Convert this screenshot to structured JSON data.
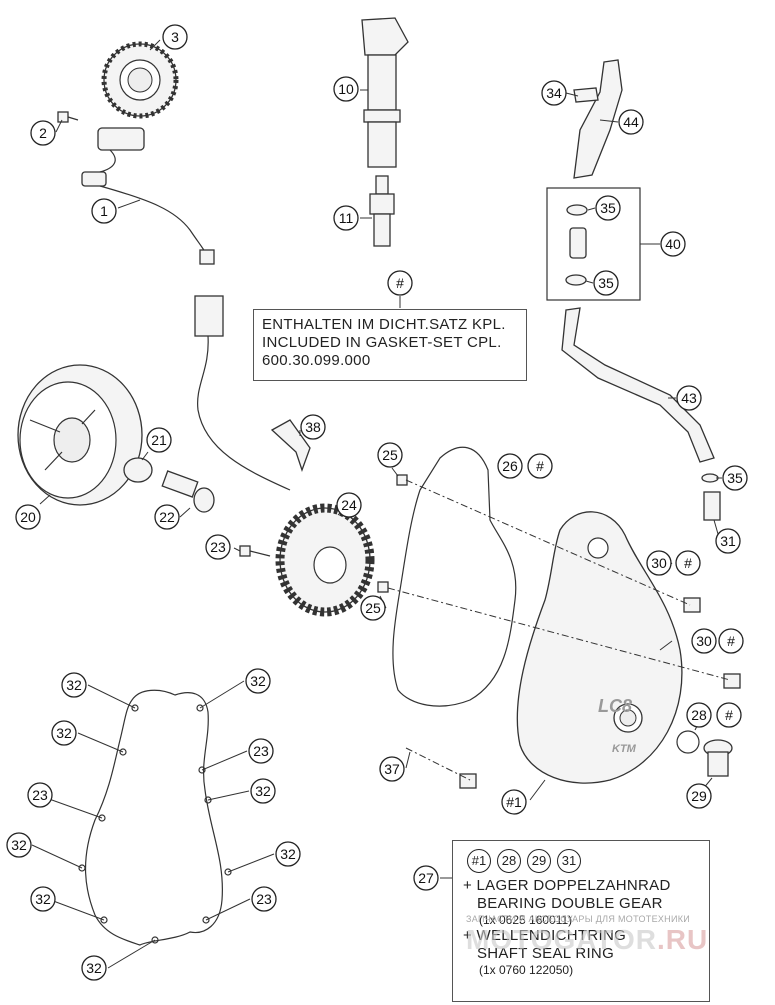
{
  "callouts": [
    {
      "label": "1"
    },
    {
      "label": "2"
    },
    {
      "label": "3"
    },
    {
      "label": "10"
    },
    {
      "label": "11"
    },
    {
      "label": "34"
    },
    {
      "label": "44"
    },
    {
      "label": "35"
    },
    {
      "label": "40"
    },
    {
      "label": "35"
    },
    {
      "label": "#"
    },
    {
      "label": "43"
    },
    {
      "label": "21"
    },
    {
      "label": "20"
    },
    {
      "label": "22"
    },
    {
      "label": "38"
    },
    {
      "label": "25"
    },
    {
      "label": "26"
    },
    {
      "label": "#"
    },
    {
      "label": "24"
    },
    {
      "label": "35"
    },
    {
      "label": "31"
    },
    {
      "label": "23"
    },
    {
      "label": "30"
    },
    {
      "label": "#"
    },
    {
      "label": "25"
    },
    {
      "label": "30"
    },
    {
      "label": "#"
    },
    {
      "label": "28"
    },
    {
      "label": "#"
    },
    {
      "label": "37"
    },
    {
      "label": "29"
    },
    {
      "label": "#1"
    },
    {
      "label": "32"
    },
    {
      "label": "32"
    },
    {
      "label": "32"
    },
    {
      "label": "23"
    },
    {
      "label": "23"
    },
    {
      "label": "32"
    },
    {
      "label": "32"
    },
    {
      "label": "32"
    },
    {
      "label": "32"
    },
    {
      "label": "23"
    },
    {
      "label": "32"
    },
    {
      "label": "27"
    }
  ],
  "gasket_note": {
    "lines": [
      "ENTHALTEN IM DICHT.SATZ KPL.",
      "INCLUDED IN GASKET-SET CPL.",
      "600.30.099.000"
    ]
  },
  "bearing_note": {
    "refs": [
      "#1",
      "28",
      "29",
      "31"
    ],
    "line1": "+ LAGER DOPPELZAHNRAD",
    "line2": "BEARING DOUBLE GEAR",
    "line3": "(1x 0625 160011)",
    "line4": "+ WELLENDICHTRING",
    "line5": "SHAFT SEAL RING",
    "line6": "(1x 0760 122050)"
  },
  "cover_logo": {
    "text": "LC8",
    "brand": "KTM"
  },
  "watermark": {
    "tagline": "ЗАПЧАСТИ И АКСЕССУАРЫ ДЛЯ МОТОТЕХНИКИ",
    "brand": "MOTOGATOR",
    "domain": ".RU",
    "colors": {
      "brand": "#c9c9c9",
      "domain": "#d9a0a0",
      "tagline": "#a8a8a8"
    }
  }
}
